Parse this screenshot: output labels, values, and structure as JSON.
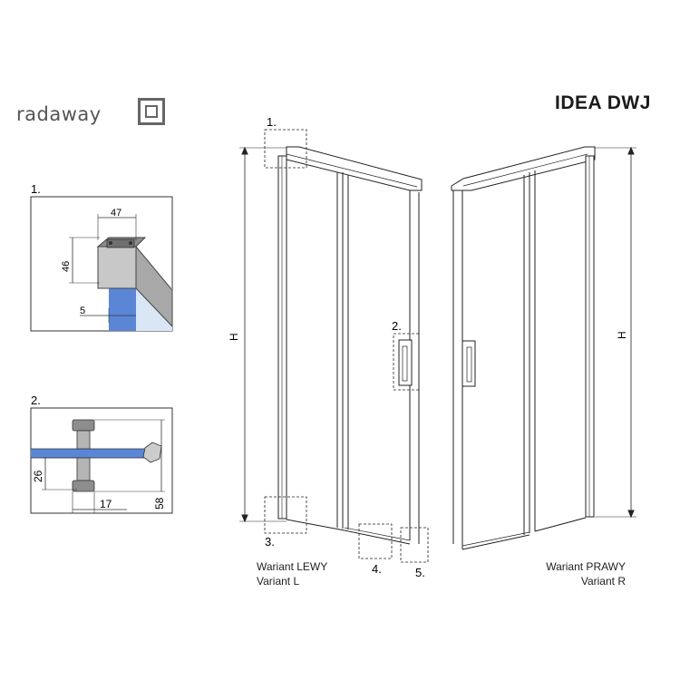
{
  "brand": {
    "name": "radaway"
  },
  "product": {
    "title": "IDEA DWJ"
  },
  "detail_1": {
    "marker": "1.",
    "dim_width": "47",
    "dim_height": "46",
    "dim_glass": "5"
  },
  "detail_2": {
    "marker": "2.",
    "dim_offset": "26",
    "dim_width": "17",
    "dim_height": "58"
  },
  "drawing": {
    "height_label": "H",
    "marker_1": "1.",
    "marker_2": "2.",
    "marker_3": "3.",
    "marker_4": "4.",
    "marker_5": "5."
  },
  "variants": {
    "left": {
      "line1": "Wariant LEWY",
      "line2": "Variant L"
    },
    "right": {
      "line1": "Wariant PRAWY",
      "line2": "Variant R"
    }
  }
}
